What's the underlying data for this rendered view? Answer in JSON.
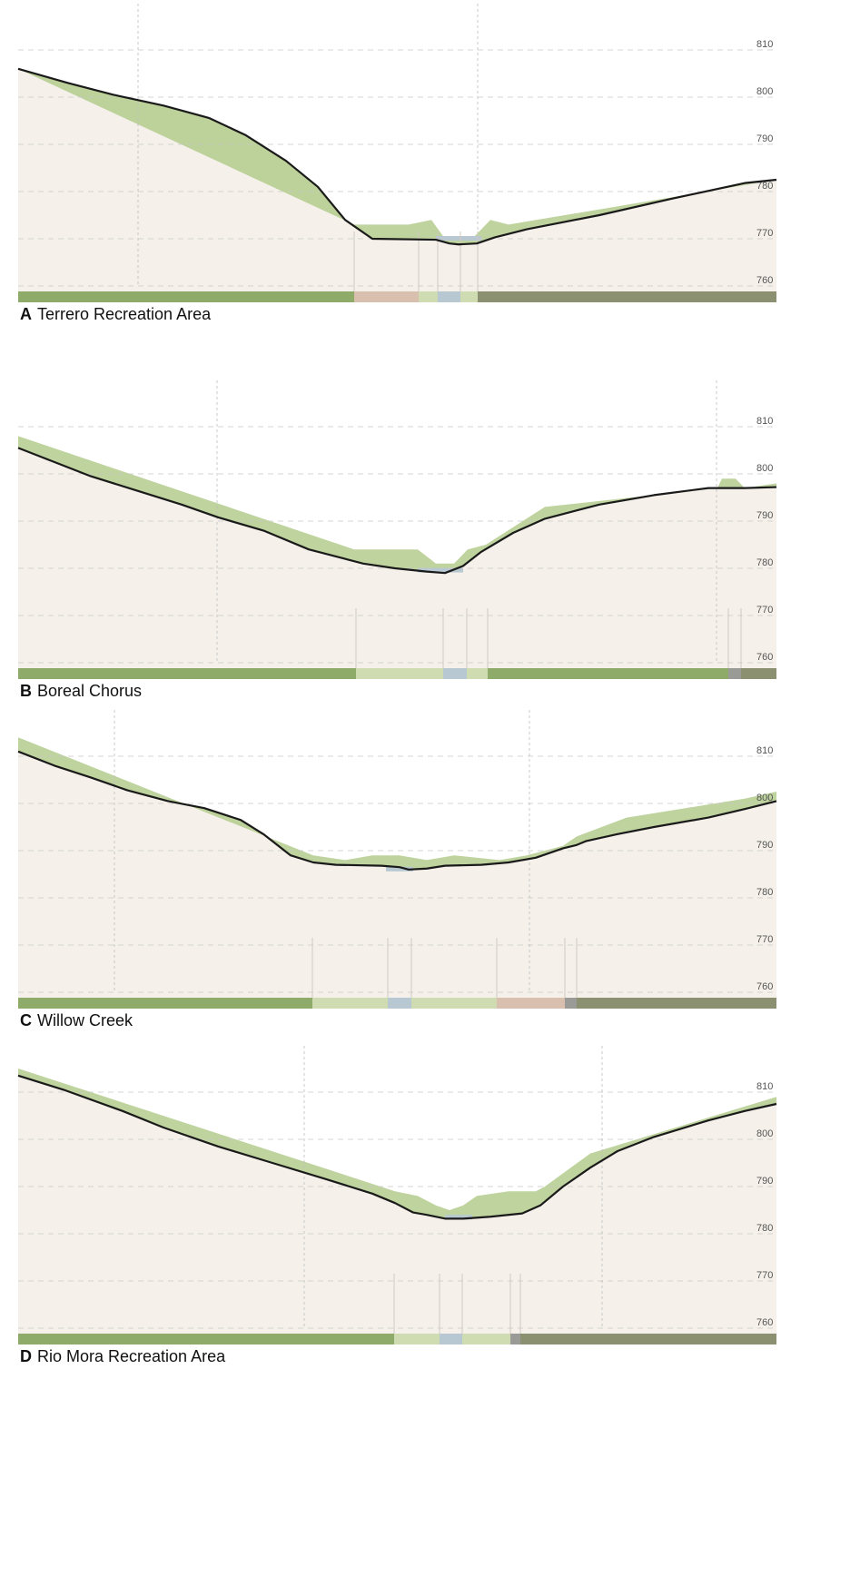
{
  "colors": {
    "sky": "#ffffff",
    "ground": "#f5f1ea",
    "vegetation": "#b3cb8c",
    "vegetation_light": "#cddcab",
    "profile_line": "#1a1a1a",
    "water": "#b7c8d3",
    "grid": "#c7c7c7",
    "vertical_guide": "#bdbdbd",
    "strip_upland": "#8fab6a",
    "strip_meadow": "#cfdcb2",
    "strip_water": "#b7c8d3",
    "strip_bare": "#d8bfae",
    "strip_gray": "#9a9a96",
    "strip_forest": "#8a9070"
  },
  "panels": [
    {
      "letter": "A",
      "title": "Terrero Recreation Area",
      "ticks": [
        "810",
        "800",
        "790",
        "780",
        "770",
        "760"
      ],
      "profile": [
        [
          0,
          806
        ],
        [
          55,
          803
        ],
        [
          105,
          800.5
        ],
        [
          160,
          798.2
        ],
        [
          210,
          795.6
        ],
        [
          250,
          792
        ],
        [
          295,
          786.5
        ],
        [
          330,
          781
        ],
        [
          360,
          774
        ],
        [
          390,
          770
        ],
        [
          460,
          769.8
        ],
        [
          475,
          769
        ],
        [
          485,
          768.8
        ],
        [
          505,
          769
        ],
        [
          525,
          770.3
        ],
        [
          560,
          772
        ],
        [
          640,
          775
        ],
        [
          720,
          778.5
        ],
        [
          800,
          781.8
        ],
        [
          835,
          782.5
        ]
      ],
      "vegetation": [
        [
          0,
          806
        ],
        [
          370,
          773
        ],
        [
          430,
          773
        ],
        [
          455,
          774
        ],
        [
          470,
          770
        ],
        [
          500,
          770
        ],
        [
          520,
          774
        ],
        [
          540,
          773
        ],
        [
          835,
          782.5
        ]
      ],
      "strip": [
        {
          "end": 370,
          "kind": "upland"
        },
        {
          "end": 441,
          "kind": "bare"
        },
        {
          "end": 462,
          "kind": "meadow"
        },
        {
          "end": 487,
          "kind": "water"
        },
        {
          "end": 506,
          "kind": "meadow"
        },
        {
          "end": 835,
          "kind": "forest"
        }
      ],
      "guides": [
        132,
        506
      ],
      "water": [
        [
          460,
          770
        ],
        [
          510,
          770
        ]
      ]
    },
    {
      "letter": "B",
      "title": "Boreal Chorus",
      "ticks": [
        "810",
        "800",
        "790",
        "780",
        "770",
        "760"
      ],
      "profile": [
        [
          0,
          805.5
        ],
        [
          40,
          802.5
        ],
        [
          80,
          799.5
        ],
        [
          130,
          796.5
        ],
        [
          180,
          793.5
        ],
        [
          220,
          790.8
        ],
        [
          270,
          788
        ],
        [
          320,
          784
        ],
        [
          360,
          782
        ],
        [
          380,
          781
        ],
        [
          415,
          780
        ],
        [
          450,
          779.3
        ],
        [
          470,
          779
        ],
        [
          490,
          780.5
        ],
        [
          510,
          783.5
        ],
        [
          545,
          787.5
        ],
        [
          580,
          790.5
        ],
        [
          640,
          793.5
        ],
        [
          700,
          795.5
        ],
        [
          760,
          797
        ],
        [
          800,
          797
        ],
        [
          835,
          797.2
        ]
      ],
      "vegetation": [
        [
          0,
          808
        ],
        [
          370,
          784
        ],
        [
          440,
          784
        ],
        [
          460,
          781
        ],
        [
          480,
          781
        ],
        [
          495,
          784
        ],
        [
          515,
          785
        ],
        [
          580,
          793
        ],
        [
          770,
          797
        ],
        [
          775,
          799
        ],
        [
          790,
          799
        ],
        [
          800,
          797
        ],
        [
          835,
          798
        ]
      ],
      "strip": [
        {
          "end": 372,
          "kind": "upland"
        },
        {
          "end": 468,
          "kind": "meadow"
        },
        {
          "end": 494,
          "kind": "water"
        },
        {
          "end": 517,
          "kind": "meadow"
        },
        {
          "end": 782,
          "kind": "upland"
        },
        {
          "end": 796,
          "kind": "gray"
        },
        {
          "end": 835,
          "kind": "forest"
        }
      ],
      "guides": [
        219,
        769
      ],
      "water": [
        [
          440,
          779.5
        ],
        [
          490,
          779.5
        ]
      ]
    },
    {
      "letter": "C",
      "title": "Willow Creek",
      "ticks": [
        "810",
        "800",
        "790",
        "780",
        "770",
        "760"
      ],
      "profile": [
        [
          0,
          811
        ],
        [
          40,
          808
        ],
        [
          80,
          805.5
        ],
        [
          120,
          802.8
        ],
        [
          165,
          800.5
        ],
        [
          205,
          799
        ],
        [
          245,
          796.5
        ],
        [
          270,
          793.5
        ],
        [
          300,
          789
        ],
        [
          325,
          787.5
        ],
        [
          350,
          787
        ],
        [
          400,
          786.8
        ],
        [
          420,
          786.5
        ],
        [
          430,
          786
        ],
        [
          450,
          786.2
        ],
        [
          470,
          786.8
        ],
        [
          510,
          787
        ],
        [
          540,
          787.5
        ],
        [
          570,
          788.5
        ],
        [
          600,
          790.5
        ],
        [
          615,
          791.2
        ],
        [
          625,
          792
        ],
        [
          660,
          793.5
        ],
        [
          700,
          795
        ],
        [
          760,
          797
        ],
        [
          800,
          798.8
        ],
        [
          835,
          800.5
        ]
      ],
      "vegetation": [
        [
          0,
          814
        ],
        [
          325,
          789
        ],
        [
          360,
          788
        ],
        [
          390,
          789
        ],
        [
          420,
          789
        ],
        [
          450,
          788
        ],
        [
          480,
          789
        ],
        [
          530,
          788
        ],
        [
          560,
          789
        ],
        [
          600,
          791
        ],
        [
          615,
          793
        ],
        [
          670,
          797
        ],
        [
          800,
          801
        ],
        [
          835,
          802.5
        ]
      ],
      "strip": [
        {
          "end": 324,
          "kind": "upland"
        },
        {
          "end": 407,
          "kind": "meadow"
        },
        {
          "end": 433,
          "kind": "water"
        },
        {
          "end": 527,
          "kind": "meadow"
        },
        {
          "end": 602,
          "kind": "bare"
        },
        {
          "end": 615,
          "kind": "gray"
        },
        {
          "end": 835,
          "kind": "forest"
        }
      ],
      "guides": [
        106,
        563
      ],
      "water": [
        [
          405,
          786
        ],
        [
          435,
          786
        ]
      ]
    },
    {
      "letter": "D",
      "title": "Rio Mora Recreation Area",
      "ticks": [
        "810",
        "800",
        "790",
        "780",
        "770",
        "760"
      ],
      "profile": [
        [
          0,
          813.5
        ],
        [
          50,
          810.5
        ],
        [
          115,
          806
        ],
        [
          160,
          802.5
        ],
        [
          220,
          798.5
        ],
        [
          280,
          795
        ],
        [
          340,
          791.5
        ],
        [
          390,
          788.5
        ],
        [
          415,
          786.5
        ],
        [
          435,
          784.5
        ],
        [
          450,
          784
        ],
        [
          470,
          783.2
        ],
        [
          490,
          783.2
        ],
        [
          520,
          783.6
        ],
        [
          555,
          784.3
        ],
        [
          575,
          786
        ],
        [
          600,
          790
        ],
        [
          630,
          794
        ],
        [
          660,
          797.5
        ],
        [
          700,
          800.5
        ],
        [
          760,
          804
        ],
        [
          800,
          806
        ],
        [
          835,
          807.5
        ]
      ],
      "vegetation": [
        [
          0,
          815
        ],
        [
          415,
          789
        ],
        [
          440,
          788
        ],
        [
          460,
          786
        ],
        [
          475,
          785
        ],
        [
          490,
          786
        ],
        [
          505,
          788
        ],
        [
          540,
          789
        ],
        [
          570,
          789
        ],
        [
          580,
          790
        ],
        [
          630,
          797
        ],
        [
          835,
          809
        ]
      ],
      "strip": [
        {
          "end": 414,
          "kind": "upland"
        },
        {
          "end": 464,
          "kind": "meadow"
        },
        {
          "end": 489,
          "kind": "water"
        },
        {
          "end": 542,
          "kind": "meadow"
        },
        {
          "end": 553,
          "kind": "gray"
        },
        {
          "end": 835,
          "kind": "forest"
        }
      ],
      "guides": [
        315,
        643
      ],
      "water": [
        [
          470,
          783.4
        ],
        [
          500,
          783.4
        ]
      ]
    }
  ]
}
